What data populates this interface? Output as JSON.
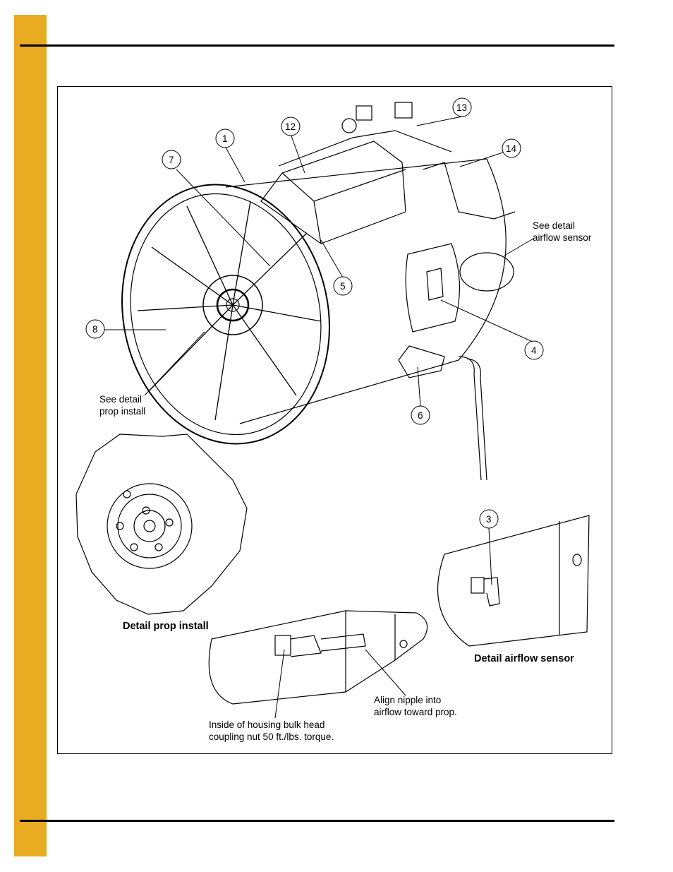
{
  "page": {
    "accent_color": "#e8ab22"
  },
  "figure": {
    "callouts": [
      "1",
      "3",
      "4",
      "5",
      "6",
      "7",
      "8",
      "12",
      "13",
      "14"
    ],
    "labels": {
      "see_detail_airflow_line1": "See detail",
      "see_detail_airflow_line2": "airflow sensor",
      "see_detail_prop_line1": "See detail",
      "see_detail_prop_line2": "prop install",
      "detail_prop_install": "Detail prop install",
      "detail_airflow_sensor": "Detail airflow sensor",
      "align_nipple_line1": "Align nipple into",
      "align_nipple_line2": "airflow toward prop.",
      "bulkhead_line1": "Inside of housing bulk head",
      "bulkhead_line2": "coupling nut 50 ft./lbs. torque."
    }
  }
}
